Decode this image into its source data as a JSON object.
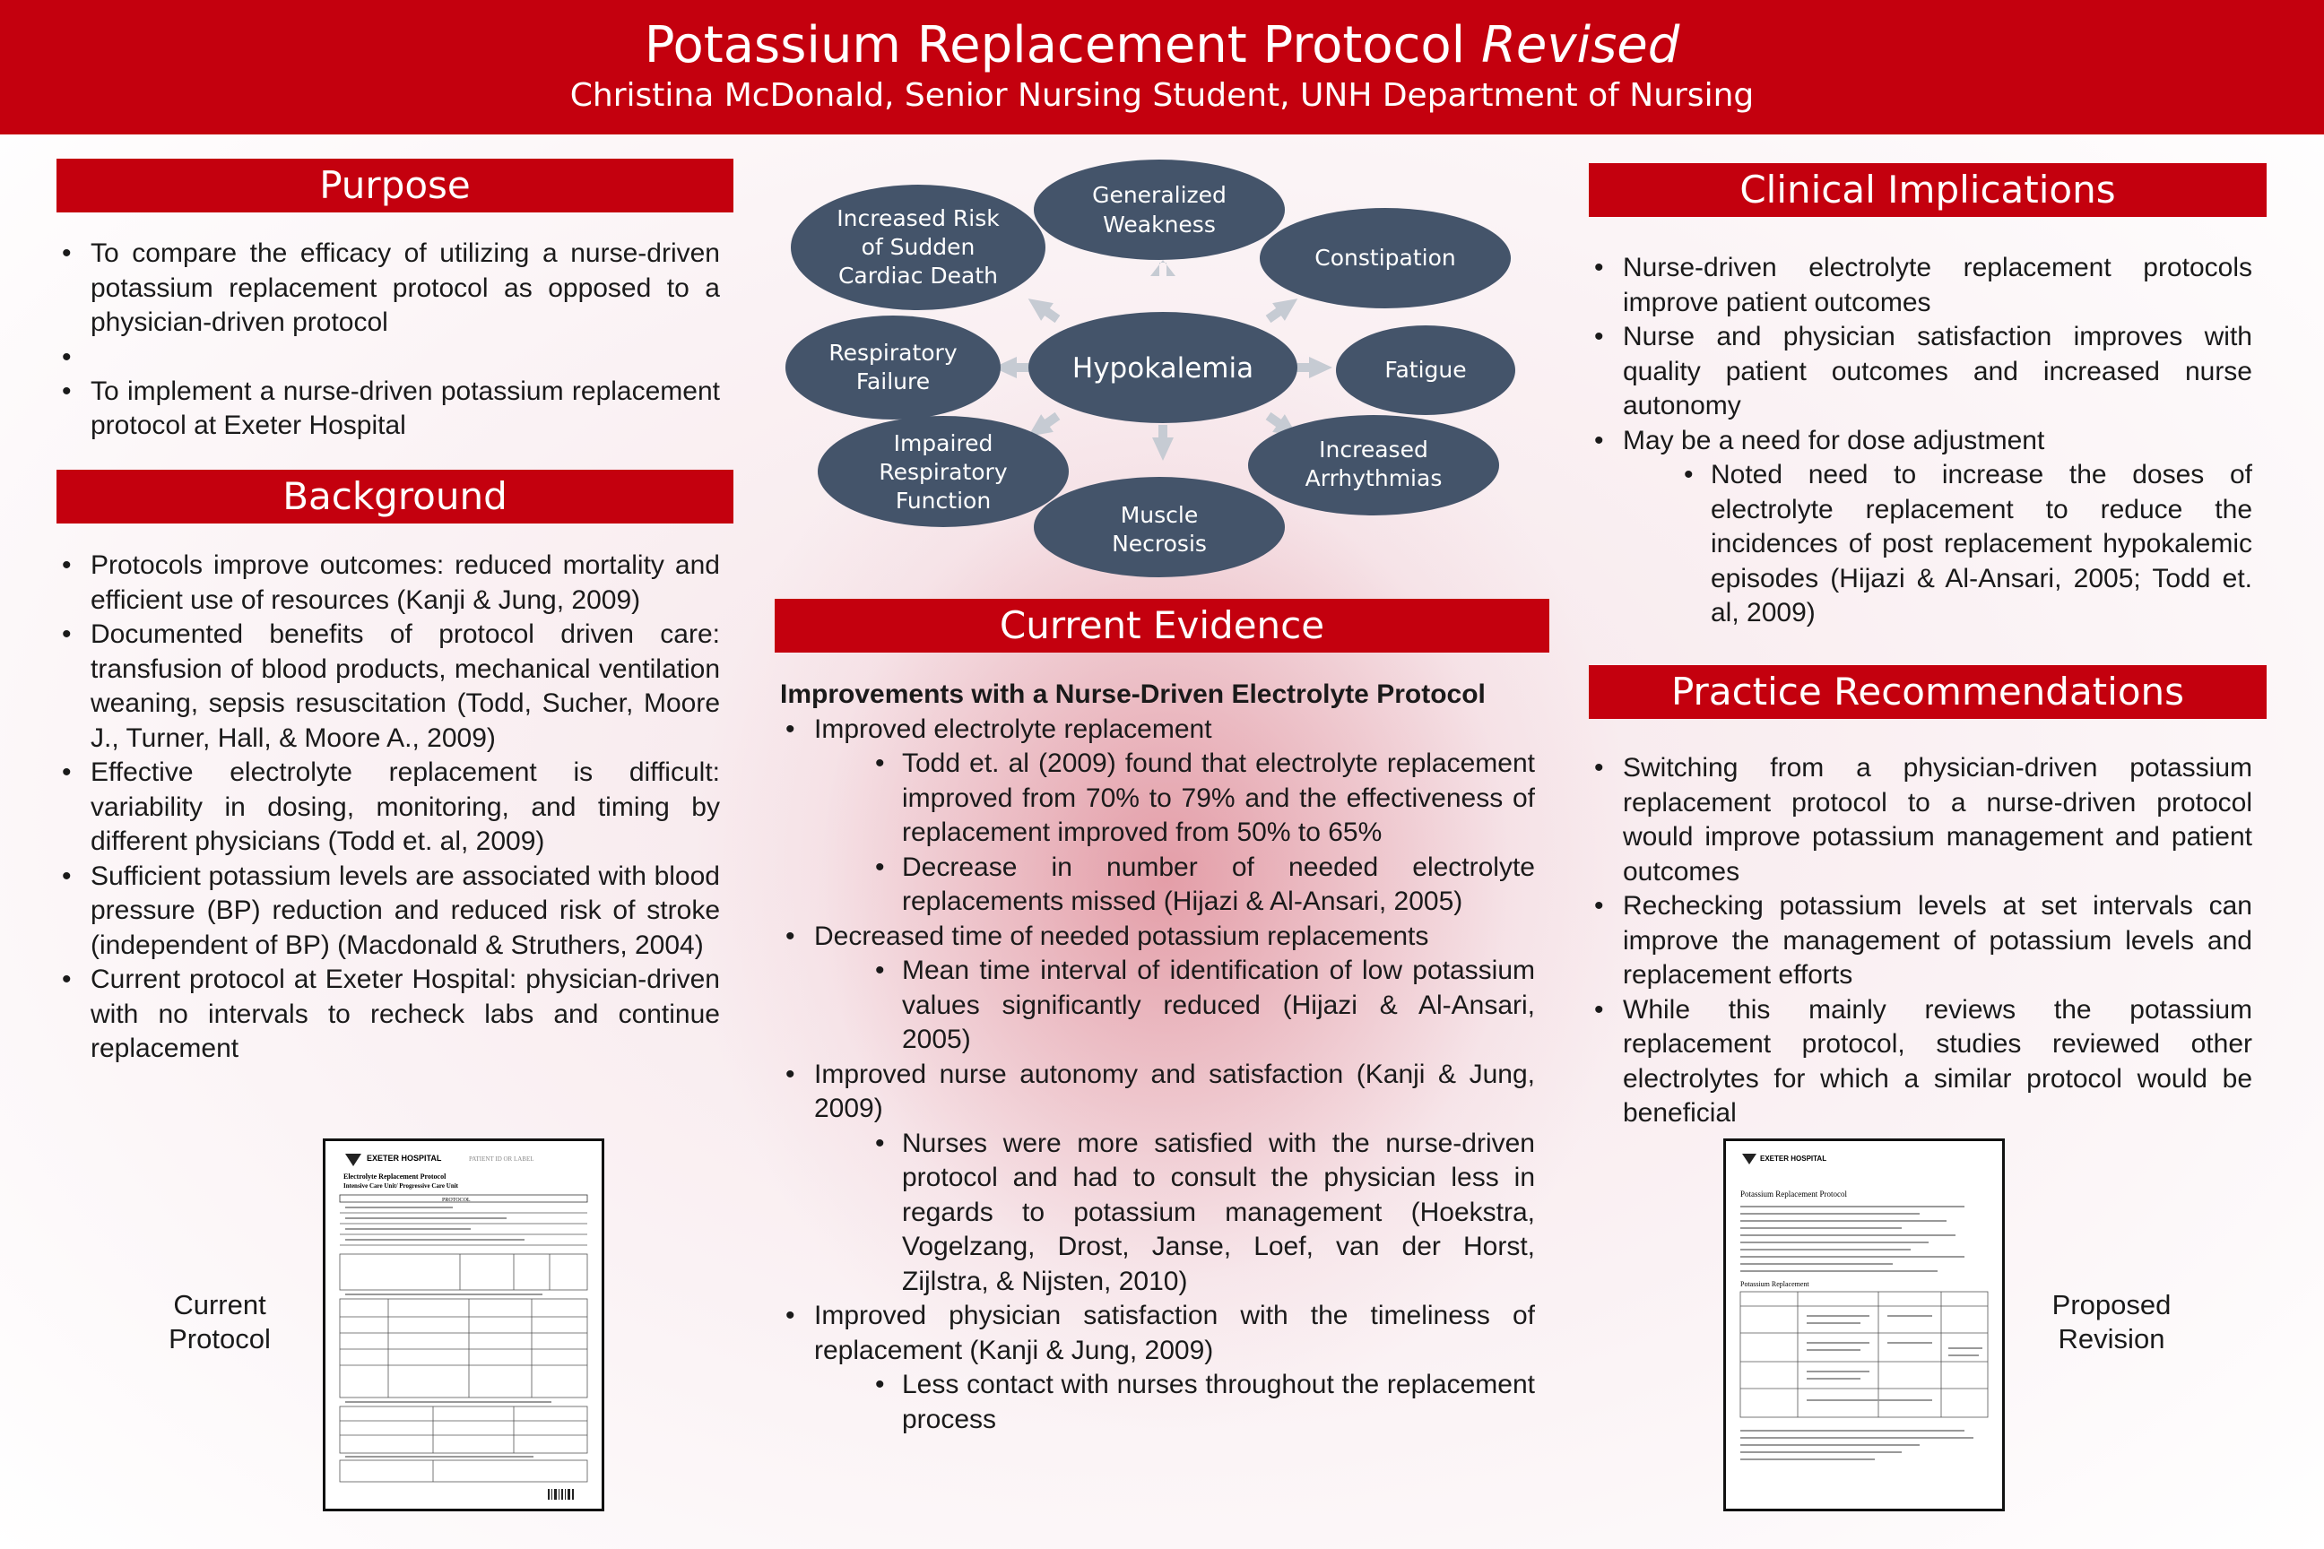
{
  "header": {
    "title_main": "Potassium Replacement Protocol ",
    "title_italic": "Revised",
    "subtitle": "Christina McDonald, Senior Nursing Student, UNH Department of Nursing"
  },
  "purpose": {
    "heading": "Purpose",
    "bullets": [
      "To compare the efficacy of utilizing a nurse-driven potassium replacement protocol as opposed to a physician-driven protocol",
      "To implement a nurse-driven potassium replacement protocol at Exeter Hospital"
    ]
  },
  "background": {
    "heading": "Background",
    "bullets": [
      "Protocols improve outcomes: reduced mortality and efficient use of resources (Kanji & Jung, 2009)",
      "Documented benefits of protocol driven care: transfusion of blood products, mechanical ventilation weaning, sepsis resuscitation (Todd, Sucher, Moore J., Turner, Hall, & Moore A., 2009)",
      "Effective electrolyte replacement is difficult: variability in dosing, monitoring, and timing by different physicians (Todd et. al, 2009)",
      "Sufficient potassium levels are associated with blood pressure (BP) reduction and reduced risk of stroke (independent of BP)  (Macdonald & Struthers, 2004)",
      "Current protocol at Exeter Hospital: physician-driven with no intervals to recheck labs and continue replacement"
    ],
    "doc_label_line1": "Current",
    "doc_label_line2": "Protocol"
  },
  "diagram": {
    "center": "Hypokalemia",
    "nodes": [
      {
        "line1": "Generalized",
        "line2": "Weakness"
      },
      {
        "line1": "Constipation"
      },
      {
        "line1": "Fatigue"
      },
      {
        "line1": "Increased",
        "line2": "Arrhythmias"
      },
      {
        "line1": "Muscle",
        "line2": "Necrosis"
      },
      {
        "line1": "Impaired",
        "line2": "Respiratory",
        "line3": "Function"
      },
      {
        "line1": "Respiratory",
        "line2": "Failure"
      },
      {
        "line1": "Increased Risk",
        "line2": "of Sudden",
        "line3": "Cardiac Death"
      }
    ]
  },
  "evidence": {
    "heading": "Current Evidence",
    "subheading": "Improvements with a Nurse-Driven Electrolyte Protocol",
    "b1": "Improved electrolyte replacement",
    "b1_sub1": "Todd et. al (2009) found that electrolyte replacement improved from 70% to 79% and the effectiveness of replacement improved from 50% to 65%",
    "b1_sub2": "Decrease in number of needed electrolyte replacements missed (Hijazi & Al-Ansari, 2005)",
    "b2": "Decreased time of needed potassium replacements",
    "b2_sub1": "Mean time interval of identification of low potassium values significantly reduced (Hijazi & Al-Ansari, 2005)",
    "b3": "Improved nurse autonomy and satisfaction (Kanji & Jung, 2009)",
    "b3_sub1": "Nurses were more satisfied with the nurse-driven protocol and had to consult the physician less in regards to potassium management (Hoekstra, Vogelzang, Drost, Janse, Loef, van der Horst, Zijlstra, & Nijsten, 2010)",
    "b4": "Improved physician satisfaction with the timeliness of replacement (Kanji & Jung, 2009)",
    "b4_sub1": "Less contact with nurses throughout the replacement process"
  },
  "clinical": {
    "heading": "Clinical Implications",
    "b1": "Nurse-driven electrolyte replacement protocols improve patient outcomes",
    "b2": "Nurse and physician satisfaction improves with quality patient outcomes and increased nurse autonomy",
    "b3": "May be a need for dose adjustment",
    "b3_sub1": "Noted need to increase the doses of electrolyte replacement to reduce the incidences of post replacement hypokalemic episodes (Hijazi & Al-Ansari, 2005; Todd et. al, 2009)"
  },
  "practice": {
    "heading": "Practice Recommendations",
    "bullets": [
      "Switching from a physician-driven potassium replacement protocol to a nurse-driven protocol would improve potassium management and patient outcomes",
      "Rechecking potassium levels at set intervals can improve the management of potassium levels and replacement efforts",
      "While this mainly reviews the potassium replacement protocol, studies reviewed other electrolytes for which a similar protocol would be beneficial"
    ],
    "doc_label_line1": "Proposed",
    "doc_label_line2": "Revision"
  },
  "documents": {
    "current_hospital": "EXETER HOSPITAL",
    "current_title": "Electrolyte Replacement Protocol",
    "current_unit": "Intensive Care Unit/ Progressive Care Unit",
    "current_patient_label": "PATIENT ID OR LABEL",
    "current_protocol_word": "PROTOCOL",
    "proposed_hospital": "EXETER HOSPITAL",
    "proposed_title": "Potassium Replacement Protocol",
    "proposed_section": "Potassium Replacement"
  },
  "colors": {
    "brand_red": "#c4000e",
    "node_fill": "#44546a",
    "arrow_gray": "#c6cbd3"
  }
}
